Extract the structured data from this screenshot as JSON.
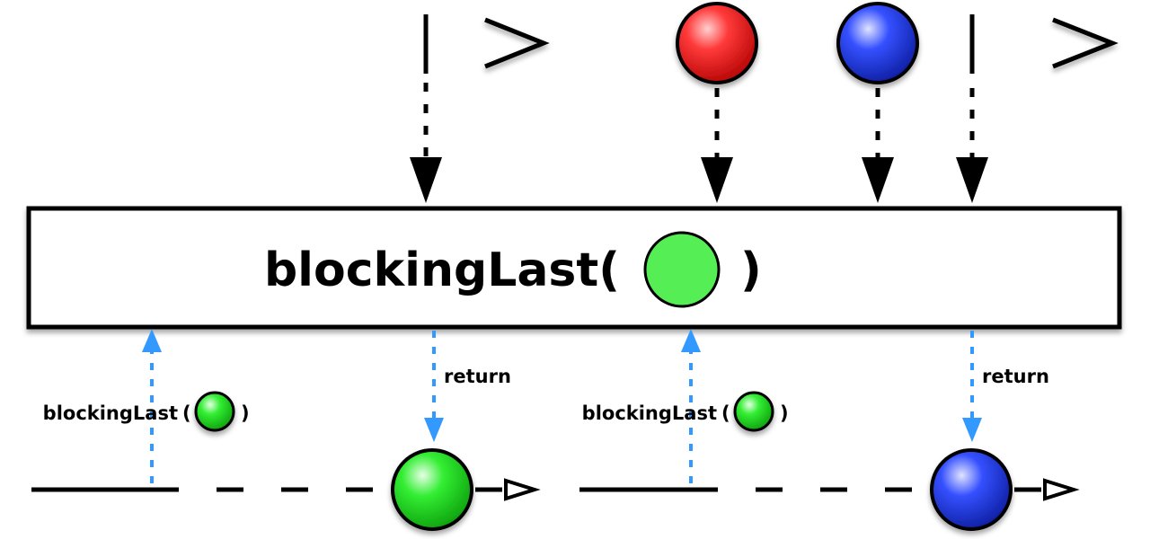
{
  "operator": {
    "label_prefix": "blockingLast(",
    "label_suffix": ")",
    "param_marble_color": "#55ee55"
  },
  "panels": [
    {
      "id": "left",
      "source": {
        "events": [
          "completed"
        ]
      },
      "call_label": "blockingLast",
      "call_paren_open": "(",
      "call_paren_close": ")",
      "call_marble_color": "#22cc22",
      "return_label": "return",
      "result_marble_color": "#22dd22"
    },
    {
      "id": "right",
      "source": {
        "events": [
          "red-item",
          "blue-item",
          "completed"
        ]
      },
      "call_label": "blockingLast",
      "call_paren_open": "(",
      "call_paren_close": ")",
      "call_marble_color": "#22cc22",
      "return_label": "return",
      "result_marble_color": "#2233ee"
    }
  ],
  "colors": {
    "red_item": "#ee2222",
    "blue_item": "#2233ee",
    "call_arrow": "#3399ff",
    "line": "#000000"
  }
}
